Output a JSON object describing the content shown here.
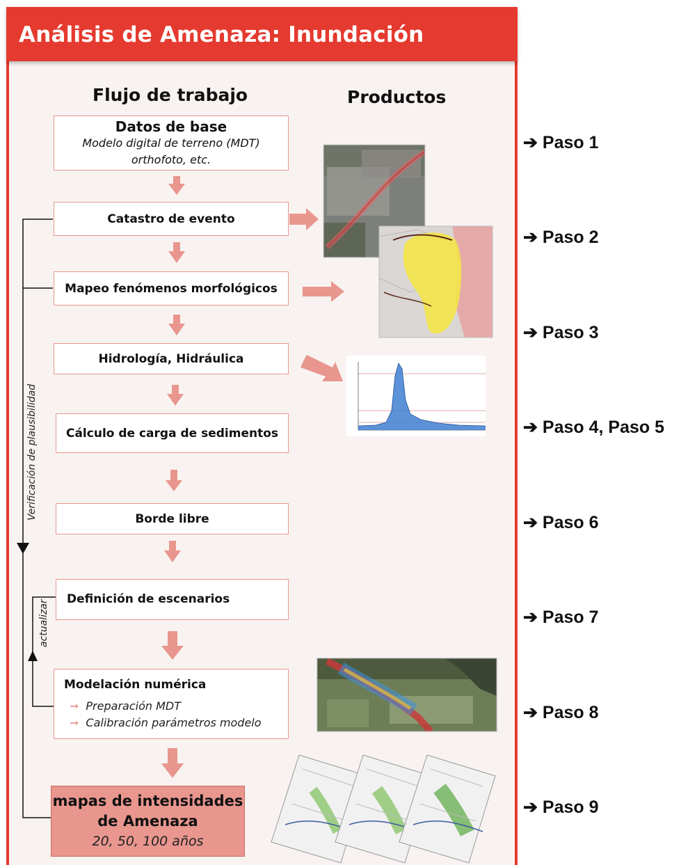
{
  "header": {
    "title": "Análisis de Amenaza: Inundación"
  },
  "columns": {
    "workflow": "Flujo de trabajo",
    "products": "Productos"
  },
  "workflow": {
    "datos_base": {
      "title": "Datos de base",
      "sub1": "Modelo digital de terreno (MDT)",
      "sub2": "orthofoto, etc."
    },
    "catastro": "Catastro de evento",
    "mapeo": "Mapeo fenómenos morfológicos",
    "hidrologia": "Hidrología, Hidráulica",
    "sedimentos": "Cálculo de carga de sedimentos",
    "borde": "Borde libre",
    "escenarios": "Definición de escenarios",
    "modelacion": {
      "title": "Modelación numérica",
      "sub1": "Preparación MDT",
      "sub2": "Calibración parámetros modelo"
    },
    "final": {
      "line1": "mapas de intensidades",
      "line2": "de Amenaza",
      "sub": "20, 50, 100 años"
    }
  },
  "side_labels": {
    "plausibilidad": "Verificación de plausibilidad",
    "actualizar": "actualizar"
  },
  "steps": [
    "➔ Paso 1",
    "➔ Paso 2",
    "➔ Paso 3",
    "➔ Paso 4, Paso 5",
    "➔ Paso 6",
    "➔ Paso 7",
    "➔ Paso 8",
    "➔ Paso 9"
  ],
  "colors": {
    "accent": "#e53a2f",
    "arrow": "#e8968e",
    "panel": "#f8f3f1"
  }
}
